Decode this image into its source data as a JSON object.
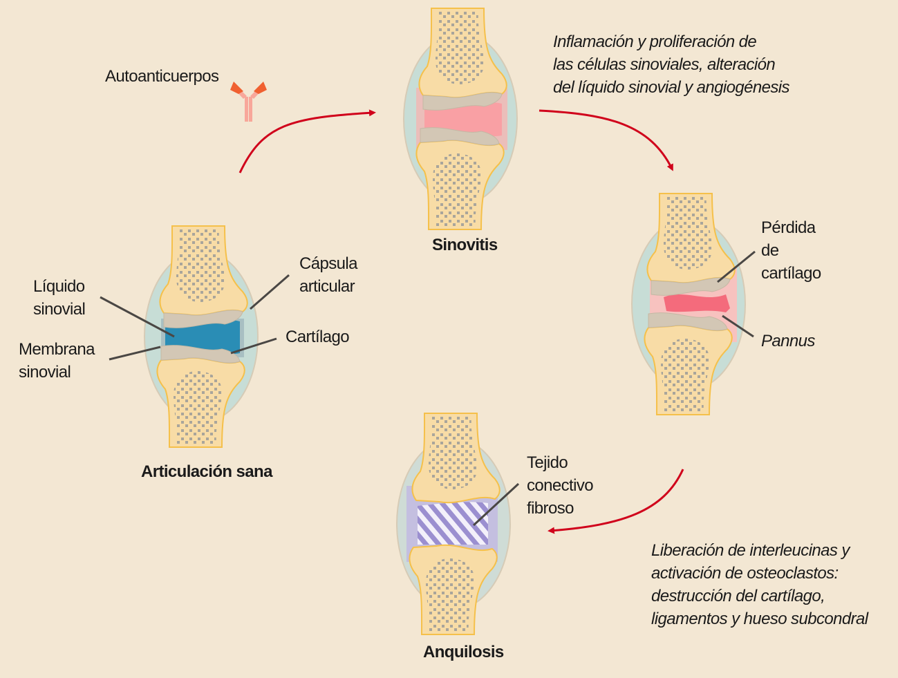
{
  "labels": {
    "autoantibodies": "Autoanticuerpos",
    "synovitis_title": "Sinovitis",
    "synovitis_desc": "Inflamación y proliferación  de\nlas células sinoviales, alteración\ndel líquido sinovial y angiogénesis",
    "healthy_title": "Articulación sana",
    "synovial_fluid": "Líquido\nsinovial",
    "synovial_membrane": "Membrana\nsinovial",
    "joint_capsule": "Cápsula\narticular",
    "cartilage": "Cartílago",
    "cartilage_loss": "Pérdida\nde\ncartílago",
    "pannus": "Pannus",
    "fibrous_tissue": "Tejido\nconectivo\nfibroso",
    "ankylosis_title": "Anquilosis",
    "destruction_desc": "Liberación de interleucinas y\nactivación de osteoclastos:\ndestrucción del cartílago,\nligamentos y hueso subcondral"
  },
  "colors": {
    "background": "#f3e7d3",
    "bone": "#f8dca6",
    "bone_outline": "#f5c04a",
    "capsule": "#c7ddd6",
    "cartilage": "#d3c7b5",
    "synovial_fluid": "#2a8db5",
    "inflamed": "#f9a0a4",
    "pannus": "#f46b7c",
    "fibrous": "#9b8fd0",
    "arrow": "#d0021b",
    "antibody_tip": "#f06030",
    "antibody_body": "#f8a79a"
  }
}
